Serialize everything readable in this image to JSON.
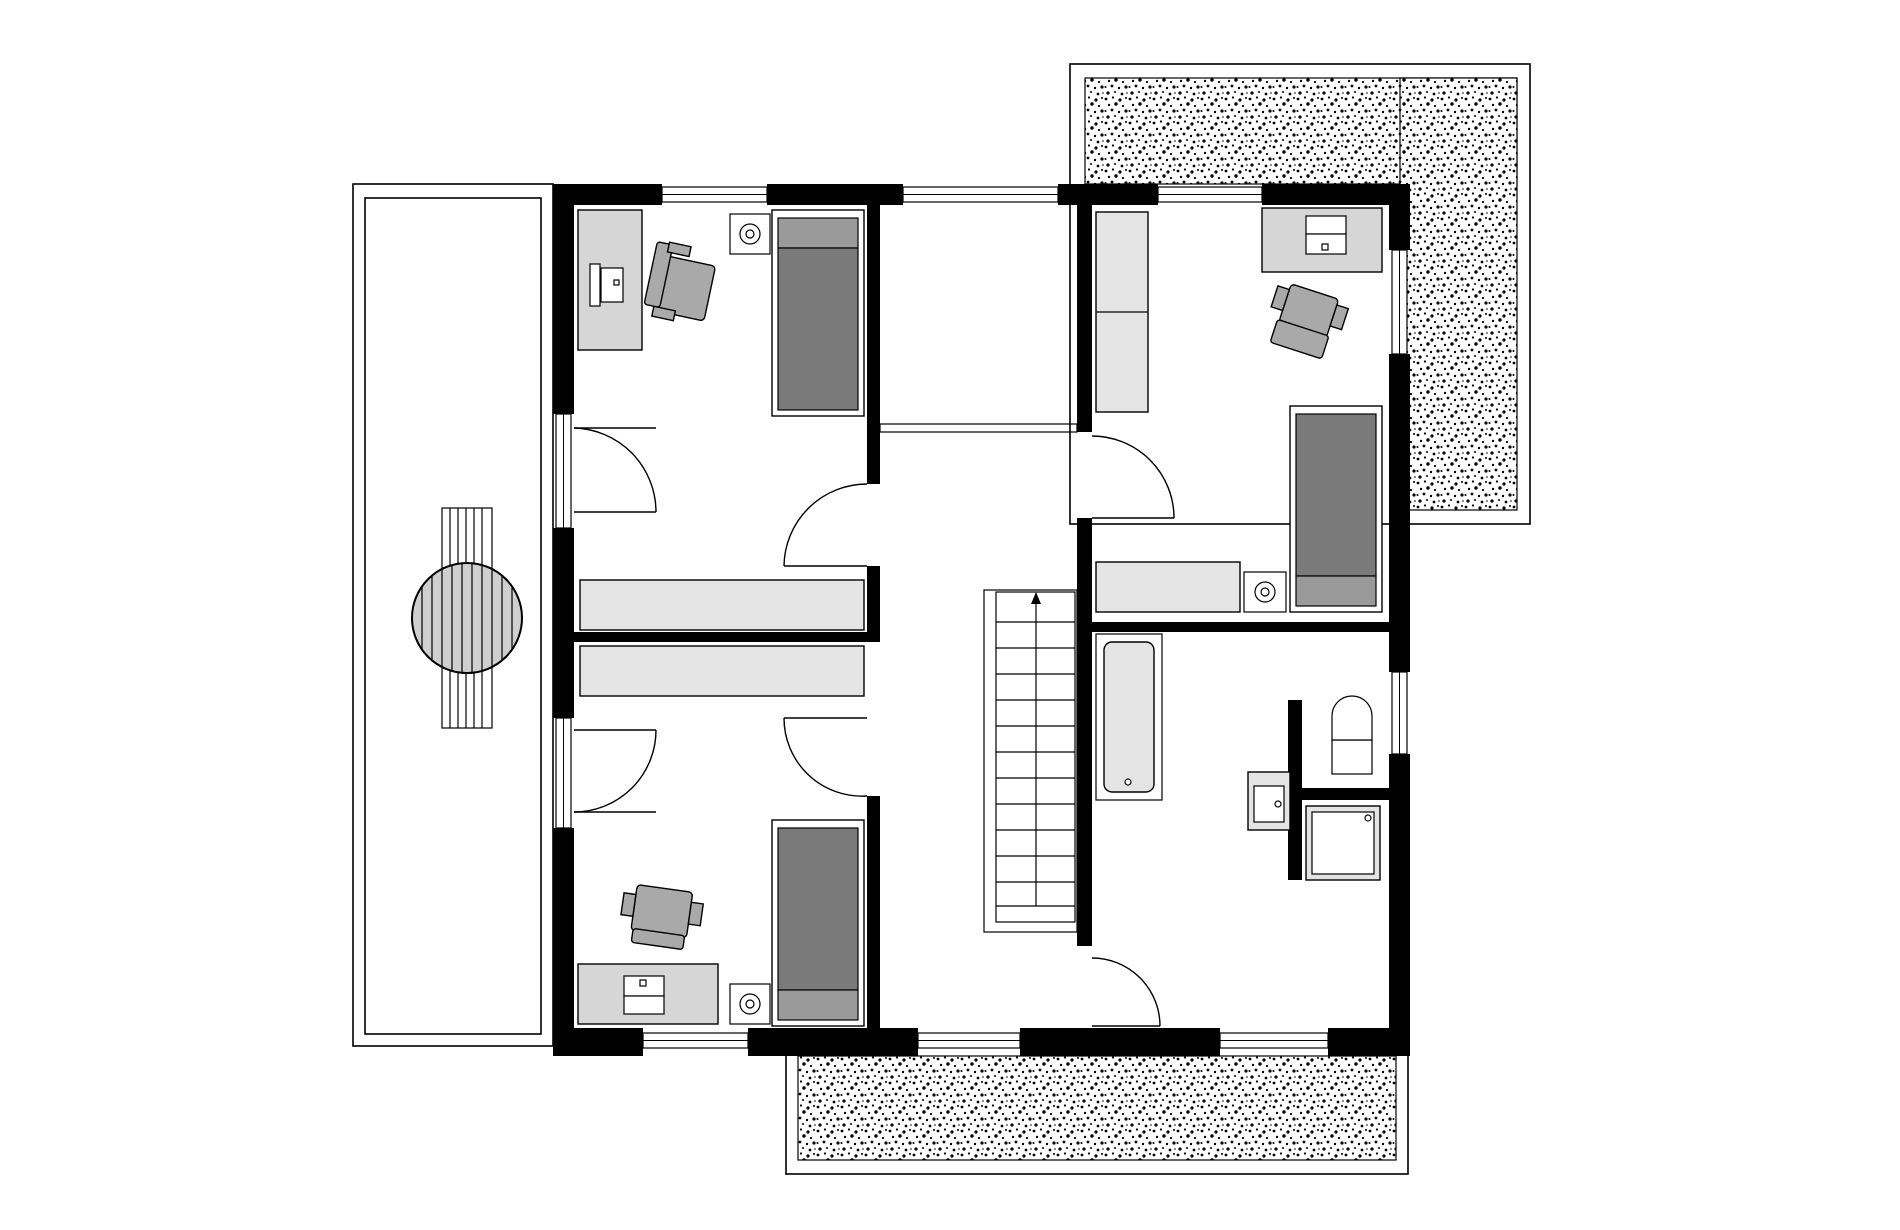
{
  "diagram": {
    "type": "architectural-floor-plan",
    "colors": {
      "wall": "#000000",
      "background": "#ffffff",
      "furniture_fill": "#d6d6d6",
      "bed_mattress": "#7a7a7a",
      "chair_fill": "#a9a9a9",
      "gravel_roof": "#000000"
    },
    "rooms": [
      {
        "id": "bedroom-top-left",
        "furniture": [
          "desk",
          "laptop",
          "office-chair",
          "bed",
          "nightstand"
        ]
      },
      {
        "id": "bedroom-bottom-left",
        "furniture": [
          "desk",
          "laptop",
          "office-chair",
          "bed",
          "nightstand"
        ]
      },
      {
        "id": "bedroom-right",
        "furniture": [
          "wardrobe",
          "desk",
          "laptop",
          "office-chair",
          "bed",
          "nightstand",
          "sideboard"
        ]
      },
      {
        "id": "bathroom",
        "furniture": [
          "bathtub",
          "toilet",
          "washbasin",
          "shower"
        ]
      },
      {
        "id": "hallway",
        "furniture": [
          "staircase",
          "built-in-wardrobes"
        ]
      },
      {
        "id": "balcony",
        "furniture": [
          "round-table",
          "chair",
          "chair"
        ]
      },
      {
        "id": "gravel-roof-top-right",
        "furniture": []
      },
      {
        "id": "gravel-roof-bottom",
        "furniture": []
      }
    ],
    "icons": [
      "stair-direction-arrow-icon",
      "laptop-icon",
      "lamp-icon"
    ]
  }
}
